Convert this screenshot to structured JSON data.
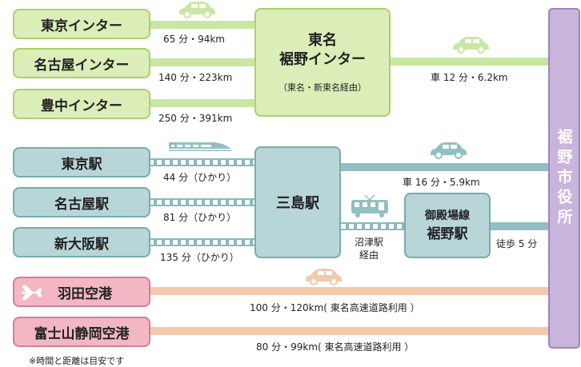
{
  "colors": {
    "green_fill": "#dbeeb7",
    "green_line": "#c9e6a3",
    "teal_fill": "#b8d6d8",
    "teal_line": "#93bec2",
    "pink_fill": "#f3b7c4",
    "pink_line": "#f2c9ac",
    "purple_fill": "#c9b5dc"
  },
  "highway": {
    "origins": [
      "東京インター",
      "名古屋インター",
      "豊中インター"
    ],
    "times": [
      "65 分・94km",
      "140 分・223km",
      "250 分・391km"
    ],
    "hub_line1": "東名",
    "hub_line2": "裾野インター",
    "hub_note": "（東名・新東名経由）",
    "to_city": "車 12 分・6.2km"
  },
  "rail": {
    "origins": [
      "東京駅",
      "名古屋駅",
      "新大阪駅"
    ],
    "times": [
      "44 分（ひかり）",
      "81 分（ひかり）",
      "135 分（ひかり）"
    ],
    "hub": "三島駅",
    "car_to_city": "車 16 分・5.9km",
    "transfer_line1": "沼津駅",
    "transfer_line2": "経由",
    "local_line1": "御殿場線",
    "local_line2": "裾野駅",
    "walk": "徒歩 5 分"
  },
  "air": {
    "airport1": "羽田空港",
    "airport1_time": "100 分・120km(  東名高速道路利用 ）",
    "airport2": "富士山静岡空港",
    "airport2_time": "80 分・99km(  東名高速道路利用 ）"
  },
  "destination": "裾野市役所",
  "footnote": "※時間と距離は目安です",
  "icons": [
    "car-icon",
    "shinkansen-icon",
    "train-icon",
    "airplane-icon"
  ]
}
